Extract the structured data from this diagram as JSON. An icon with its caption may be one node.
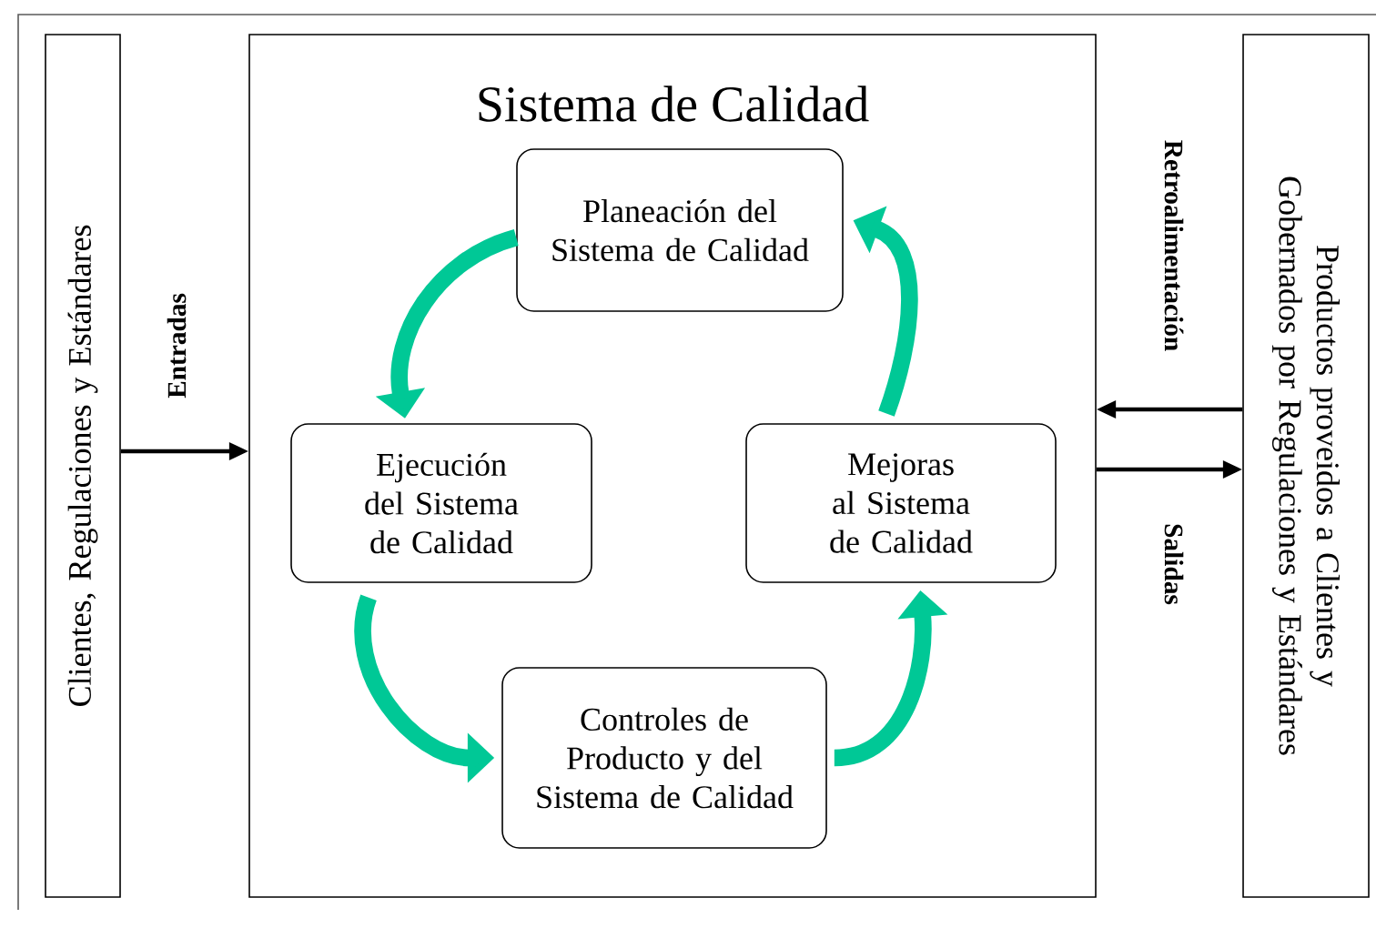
{
  "diagram": {
    "nodes": [
      {
        "text": [
          "Clientes, Regulaciones y Estándares"
        ]
      },
      {
        "text": [
          "Sistema de Calidad"
        ]
      },
      {
        "text": [
          "Planeación del Sistema de Calidad"
        ],
        "in": 1
      },
      {
        "text": [
          "Ejecución del Sistema de Calidad"
        ],
        "in": 1
      },
      {
        "text": [
          "Mejoras al Sistema de Calidad"
        ],
        "in": 1
      },
      {
        "text": [
          "Controles de Producto y del Sistema de Calidad"
        ],
        "in": 1
      },
      {
        "text": [
          "Productos proveidos a Clientes y Gobernados  por Regulaciones y Estándares"
        ]
      }
    ],
    "edges": [
      {
        "from": 0,
        "to": 1,
        "arrow": "to",
        "label": "Entradas",
        "color": "#000000"
      },
      {
        "from": 6,
        "to": 1,
        "arrow": "to",
        "label": "Retroalimentación",
        "color": "#000000"
      },
      {
        "from": 1,
        "to": 6,
        "arrow": "to",
        "label": "Salidas",
        "color": "#000000"
      },
      {
        "from": 2,
        "to": 3,
        "arrow": "to",
        "color": "#00c896"
      },
      {
        "from": 3,
        "to": 5,
        "arrow": "to",
        "color": "#00c896"
      },
      {
        "from": 5,
        "to": 4,
        "arrow": "to",
        "color": "#00c896"
      },
      {
        "from": 4,
        "to": 2,
        "arrow": "to",
        "color": "#00c896"
      }
    ]
  }
}
